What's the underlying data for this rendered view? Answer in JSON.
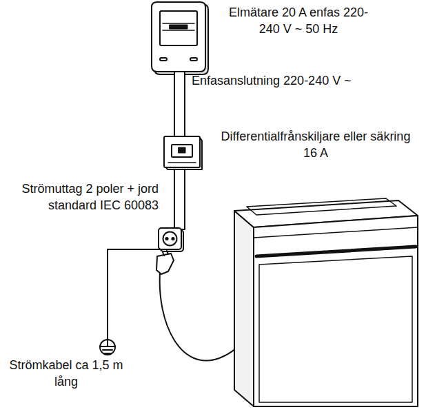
{
  "diagram": {
    "labels": [
      "Elmätare 20 A enfas 220-240 V ~ 50 Hz",
      "Enfasanslutning 220-240 V ~",
      "Differentialfrånskiljare eller säkring 16 A",
      "Strömuttag 2 poler + jord standard IEC 60083",
      "Strömkabel ca 1,5 m lång"
    ]
  }
}
